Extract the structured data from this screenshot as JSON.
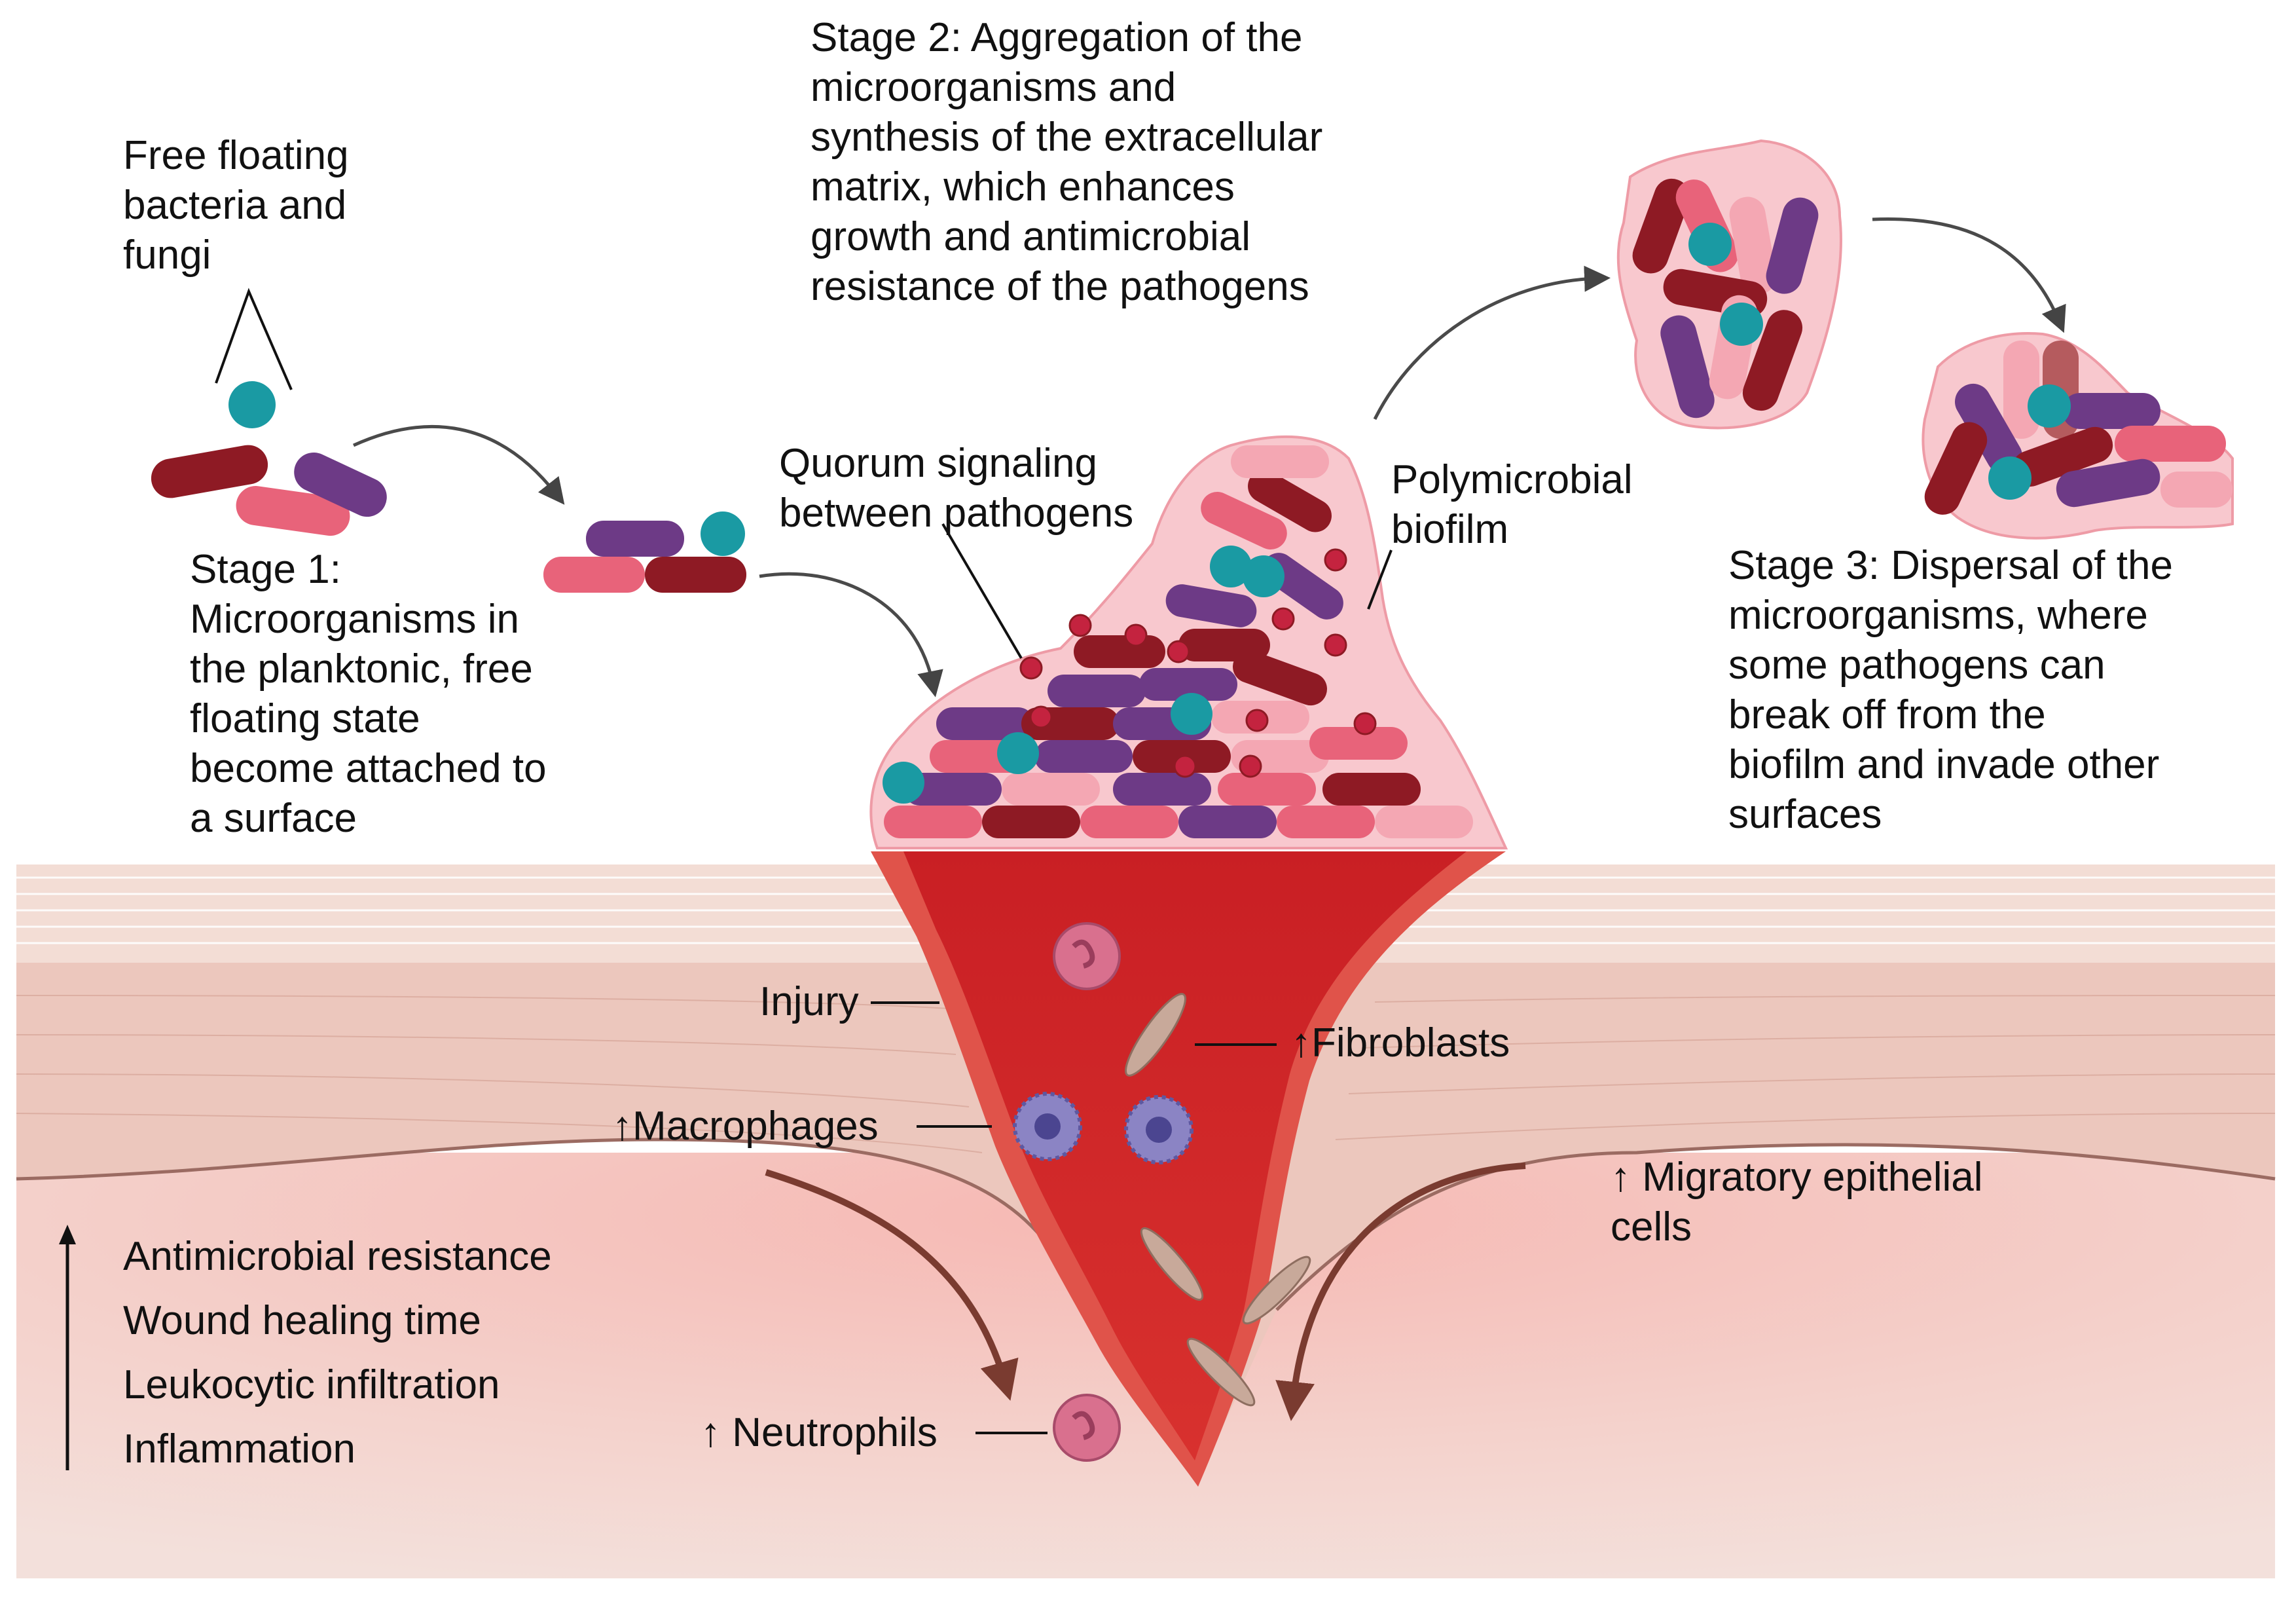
{
  "labels": {
    "free_floating": "Free floating\nbacteria and\nfungi",
    "stage1": "Stage 1:\nMicroorganisms in\nthe planktonic, free\nfloating state\nbecome attached to\na surface",
    "stage2": "Stage 2: Aggregation of the\nmicroorganisms and\nsynthesis of the extracellular\nmatrix, which enhances\ngrowth and antimicrobial\nresistance of the pathogens",
    "quorum": "Quorum signaling\nbetween pathogens",
    "polymicrobial": "Polymicrobial\nbiofilm",
    "stage3": "Stage 3: Dispersal of the\nmicroorganisms, where\nsome pathogens can\nbreak off from the\nbiofilm and invade other\nsurfaces",
    "injury": "Injury",
    "fibroblasts": "↑Fibroblasts",
    "macrophages": "↑Macrophages",
    "migratory": "↑ Migratory epithelial\ncells",
    "neutrophils": "↑ Neutrophils",
    "effects": [
      "Antimicrobial resistance",
      "Wound healing time",
      "Leukocytic infiltration",
      "Inflammation"
    ]
  },
  "colors": {
    "dark_red": "#8e1a24",
    "pink": "#e8637a",
    "light_pink": "#f4a7b3",
    "purple": "#6d3a86",
    "teal": "#1a9aa3",
    "blood": "#d32a2c",
    "skin": "#f2d3cb",
    "matrix": "#f8c8ce",
    "arrow": "#4a4a4a",
    "brown_arrow": "#7a3b30"
  },
  "icons": [
    "rod-bacterium-icon",
    "fungal-cell-icon",
    "quorum-signal-dot-icon",
    "macrophage-icon",
    "neutrophil-icon",
    "fibroblast-icon"
  ]
}
